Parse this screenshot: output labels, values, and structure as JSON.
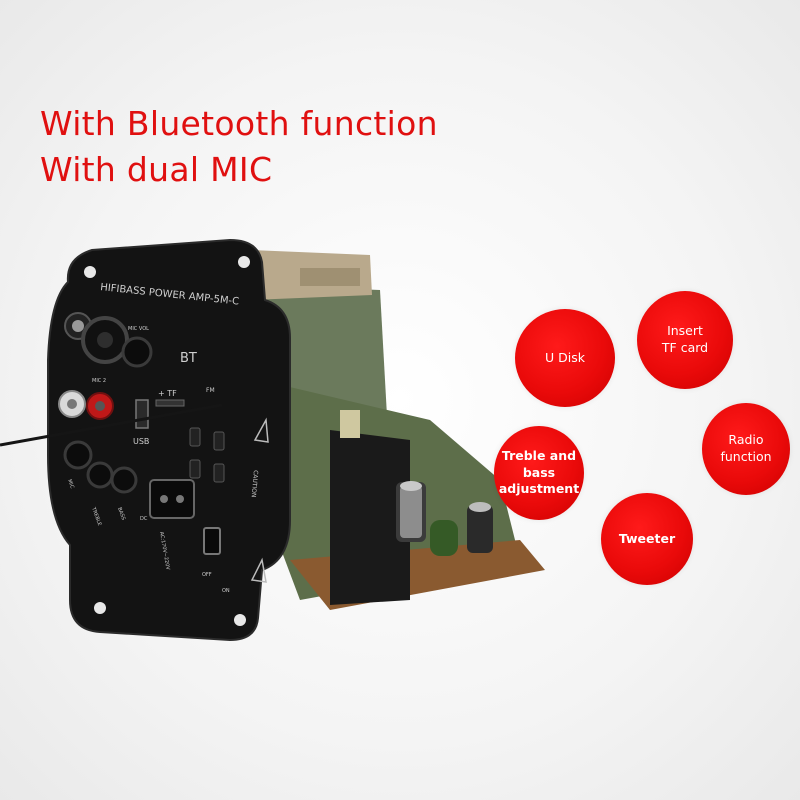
{
  "headline": {
    "line1": "With Bluetooth function",
    "line2": "With dual MIC"
  },
  "features": {
    "u_disk": "U Disk",
    "tf_card": "Insert\nTF card",
    "radio": "Radio\nfunction",
    "treble_bass": "Treble and\nbass\nadjustment",
    "tweeter": "Tweeter"
  },
  "panel": {
    "model": "HIFIBASS POWER AMP-5M-C",
    "bt": "BT",
    "mic_vol": "MIC VOL",
    "mic2": "MIC 2",
    "tf": "+ TF",
    "fm": "FM",
    "usb": "USB",
    "treble": "TREBLE",
    "bass": "BASS",
    "mic": "MIC",
    "dc": "DC",
    "voltage": "AC:170V~220V",
    "on": "ON",
    "off": "OFF",
    "caution": "CAUTION"
  },
  "colors": {
    "headline": "#e01010",
    "bubble": "#ea0a0a",
    "panel": "#141414"
  }
}
